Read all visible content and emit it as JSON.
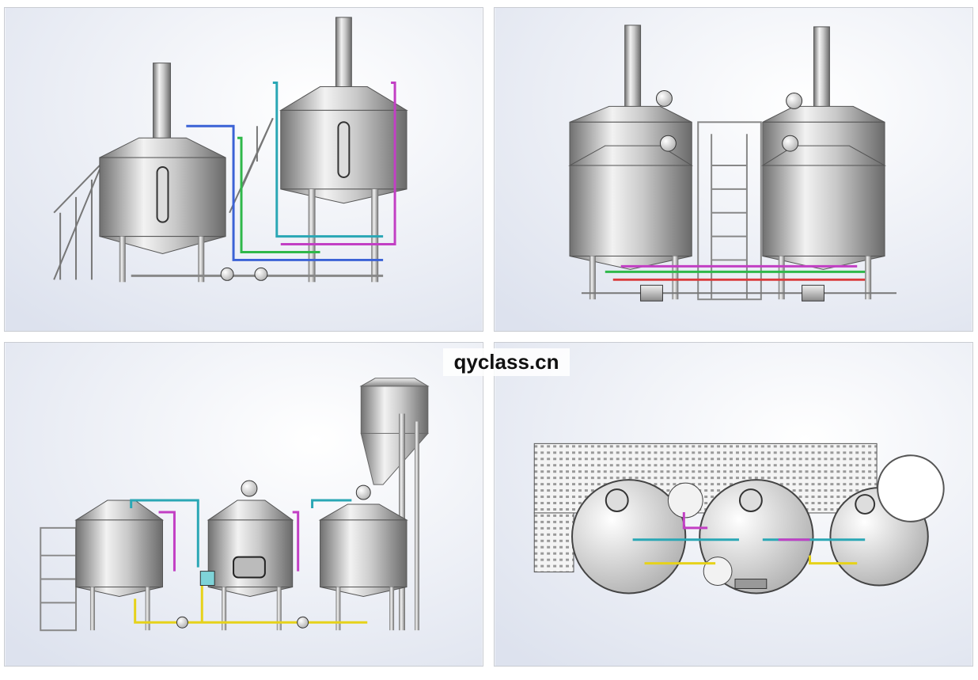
{
  "watermark": {
    "text": "qyclass.cn"
  },
  "panels": [
    {
      "view": "front-elevation"
    },
    {
      "view": "rear-elevation"
    },
    {
      "view": "side-elevation"
    },
    {
      "view": "top-plan"
    }
  ],
  "colors": {
    "steel_light": "#e6e6e6",
    "steel_dark": "#6f6f6f",
    "pipe_blue": "#3b62d6",
    "pipe_cyan": "#2aa7b5",
    "pipe_magenta": "#c23fc4",
    "pipe_green": "#2fb84a",
    "pipe_red": "#d93b3b",
    "pipe_yellow": "#e6d21a"
  },
  "icons": [
    "tank-icon",
    "stair-icon",
    "pipe-icon",
    "pump-icon",
    "manway-icon"
  ]
}
